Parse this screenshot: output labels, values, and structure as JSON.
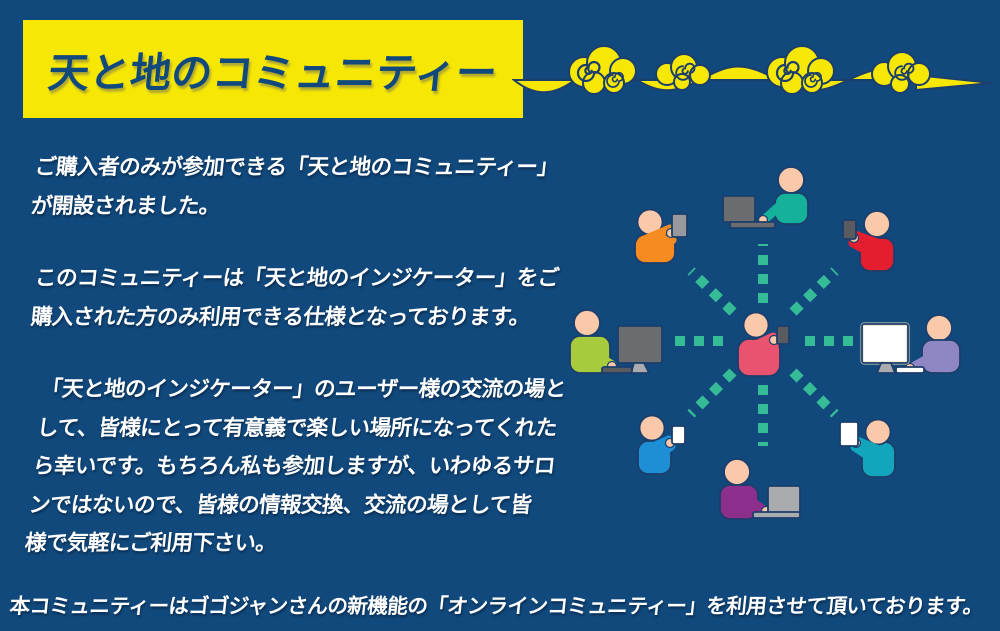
{
  "theme": {
    "background": "#11497C",
    "banner_yellow": "#F6E705",
    "title_navy": "#11497C",
    "body_text_color": "#FFFFFF",
    "dash_teal": "#36BB97",
    "skin_tone": "#F9C9A9",
    "outline_navy": "#1C3E6B"
  },
  "header": {
    "title": "天と地のコミュニティー",
    "decoration": "cloud-scroll"
  },
  "content": {
    "paragraphs": [
      {
        "lines": [
          "ご購入者のみが参加できる「天と地のコミュニティー」",
          "が開設されました。"
        ]
      },
      {
        "lines": [
          "このコミュニティーは「天と地のインジケーター」をご",
          "購入された方のみ利用できる仕様となっております。"
        ]
      },
      {
        "lines": [
          "「天と地のインジケーター」のユーザー様の交流の場と",
          "して、皆様にとって有意義で楽しい場所になってくれた",
          "ら幸いです。もちろん私も参加しますが、いわゆるサロ",
          "ンではないので、皆様の情報交換、交流の場として皆",
          "様で気軽にご利用下さい。"
        ]
      }
    ]
  },
  "footer": {
    "text": "本コミュニティーはゴゴジャンさんの新機能の「オンラインコミュニティー」を利用させて頂いております。"
  },
  "illustration": {
    "name": "community-network-diagram",
    "connector_color": "#36BB97",
    "center_member": {
      "position": "center",
      "shirt_color": "#E9536F",
      "device": "smartphone"
    },
    "members": [
      {
        "position": "top",
        "shirt_color": "#16B19B",
        "device": "laptop"
      },
      {
        "position": "top-right",
        "shirt_color": "#E41E2F",
        "device": "smartphone"
      },
      {
        "position": "right",
        "shirt_color": "#8F87C3",
        "device": "desktop-monitor"
      },
      {
        "position": "bottom-right",
        "shirt_color": "#12A5BC",
        "device": "tablet"
      },
      {
        "position": "bottom",
        "shirt_color": "#8C2E8C",
        "device": "laptop"
      },
      {
        "position": "bottom-left",
        "shirt_color": "#1F8FD5",
        "device": "smartphone"
      },
      {
        "position": "left",
        "shirt_color": "#A6CB3C",
        "device": "desktop-monitor"
      },
      {
        "position": "top-left",
        "shirt_color": "#F68B21",
        "device": "smartphone"
      }
    ]
  }
}
